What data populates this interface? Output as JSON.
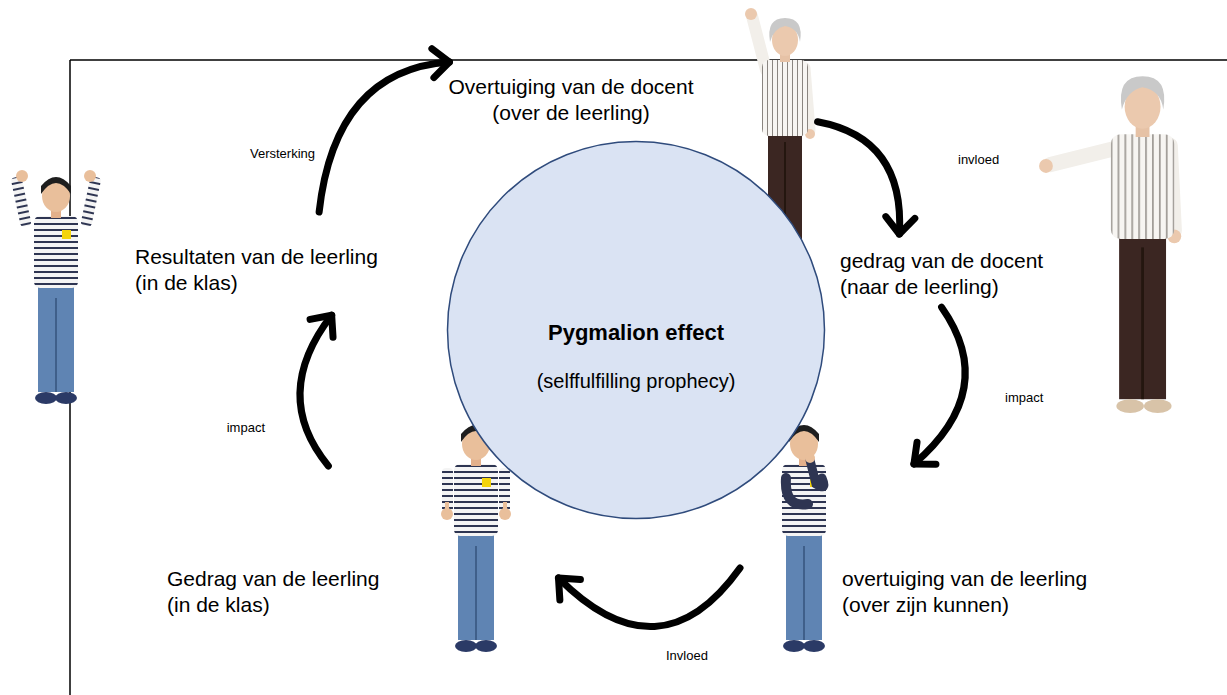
{
  "diagram": {
    "nodes": [
      {
        "text": [
          "Overtuiging van de docent",
          "(over de leerling)"
        ]
      },
      {
        "text": [
          "gedrag van de docent",
          "(naar de leerling)"
        ]
      },
      {
        "text": [
          "Resultaten van de leerling",
          "(in de klas)"
        ]
      },
      {
        "text": [
          "Pygmalion effect",
          "(selffulfilling prophecy)"
        ]
      },
      {
        "text": [
          "overtuiging van de leerling",
          "(over zijn kunnen)"
        ]
      },
      {
        "text": [
          "Gedrag van de leerling",
          "(in de klas)"
        ]
      }
    ],
    "edges": [
      {
        "from": 0,
        "to": 1,
        "label": "invloed",
        "arrow": "to"
      },
      {
        "from": 1,
        "to": 4,
        "label": "impact",
        "arrow": "to"
      },
      {
        "from": 4,
        "to": 5,
        "label": "Invloed",
        "arrow": "to"
      },
      {
        "from": 5,
        "to": 2,
        "label": "impact",
        "arrow": "to"
      },
      {
        "from": 2,
        "to": 0,
        "label": "Versterking",
        "arrow": "to"
      }
    ]
  }
}
